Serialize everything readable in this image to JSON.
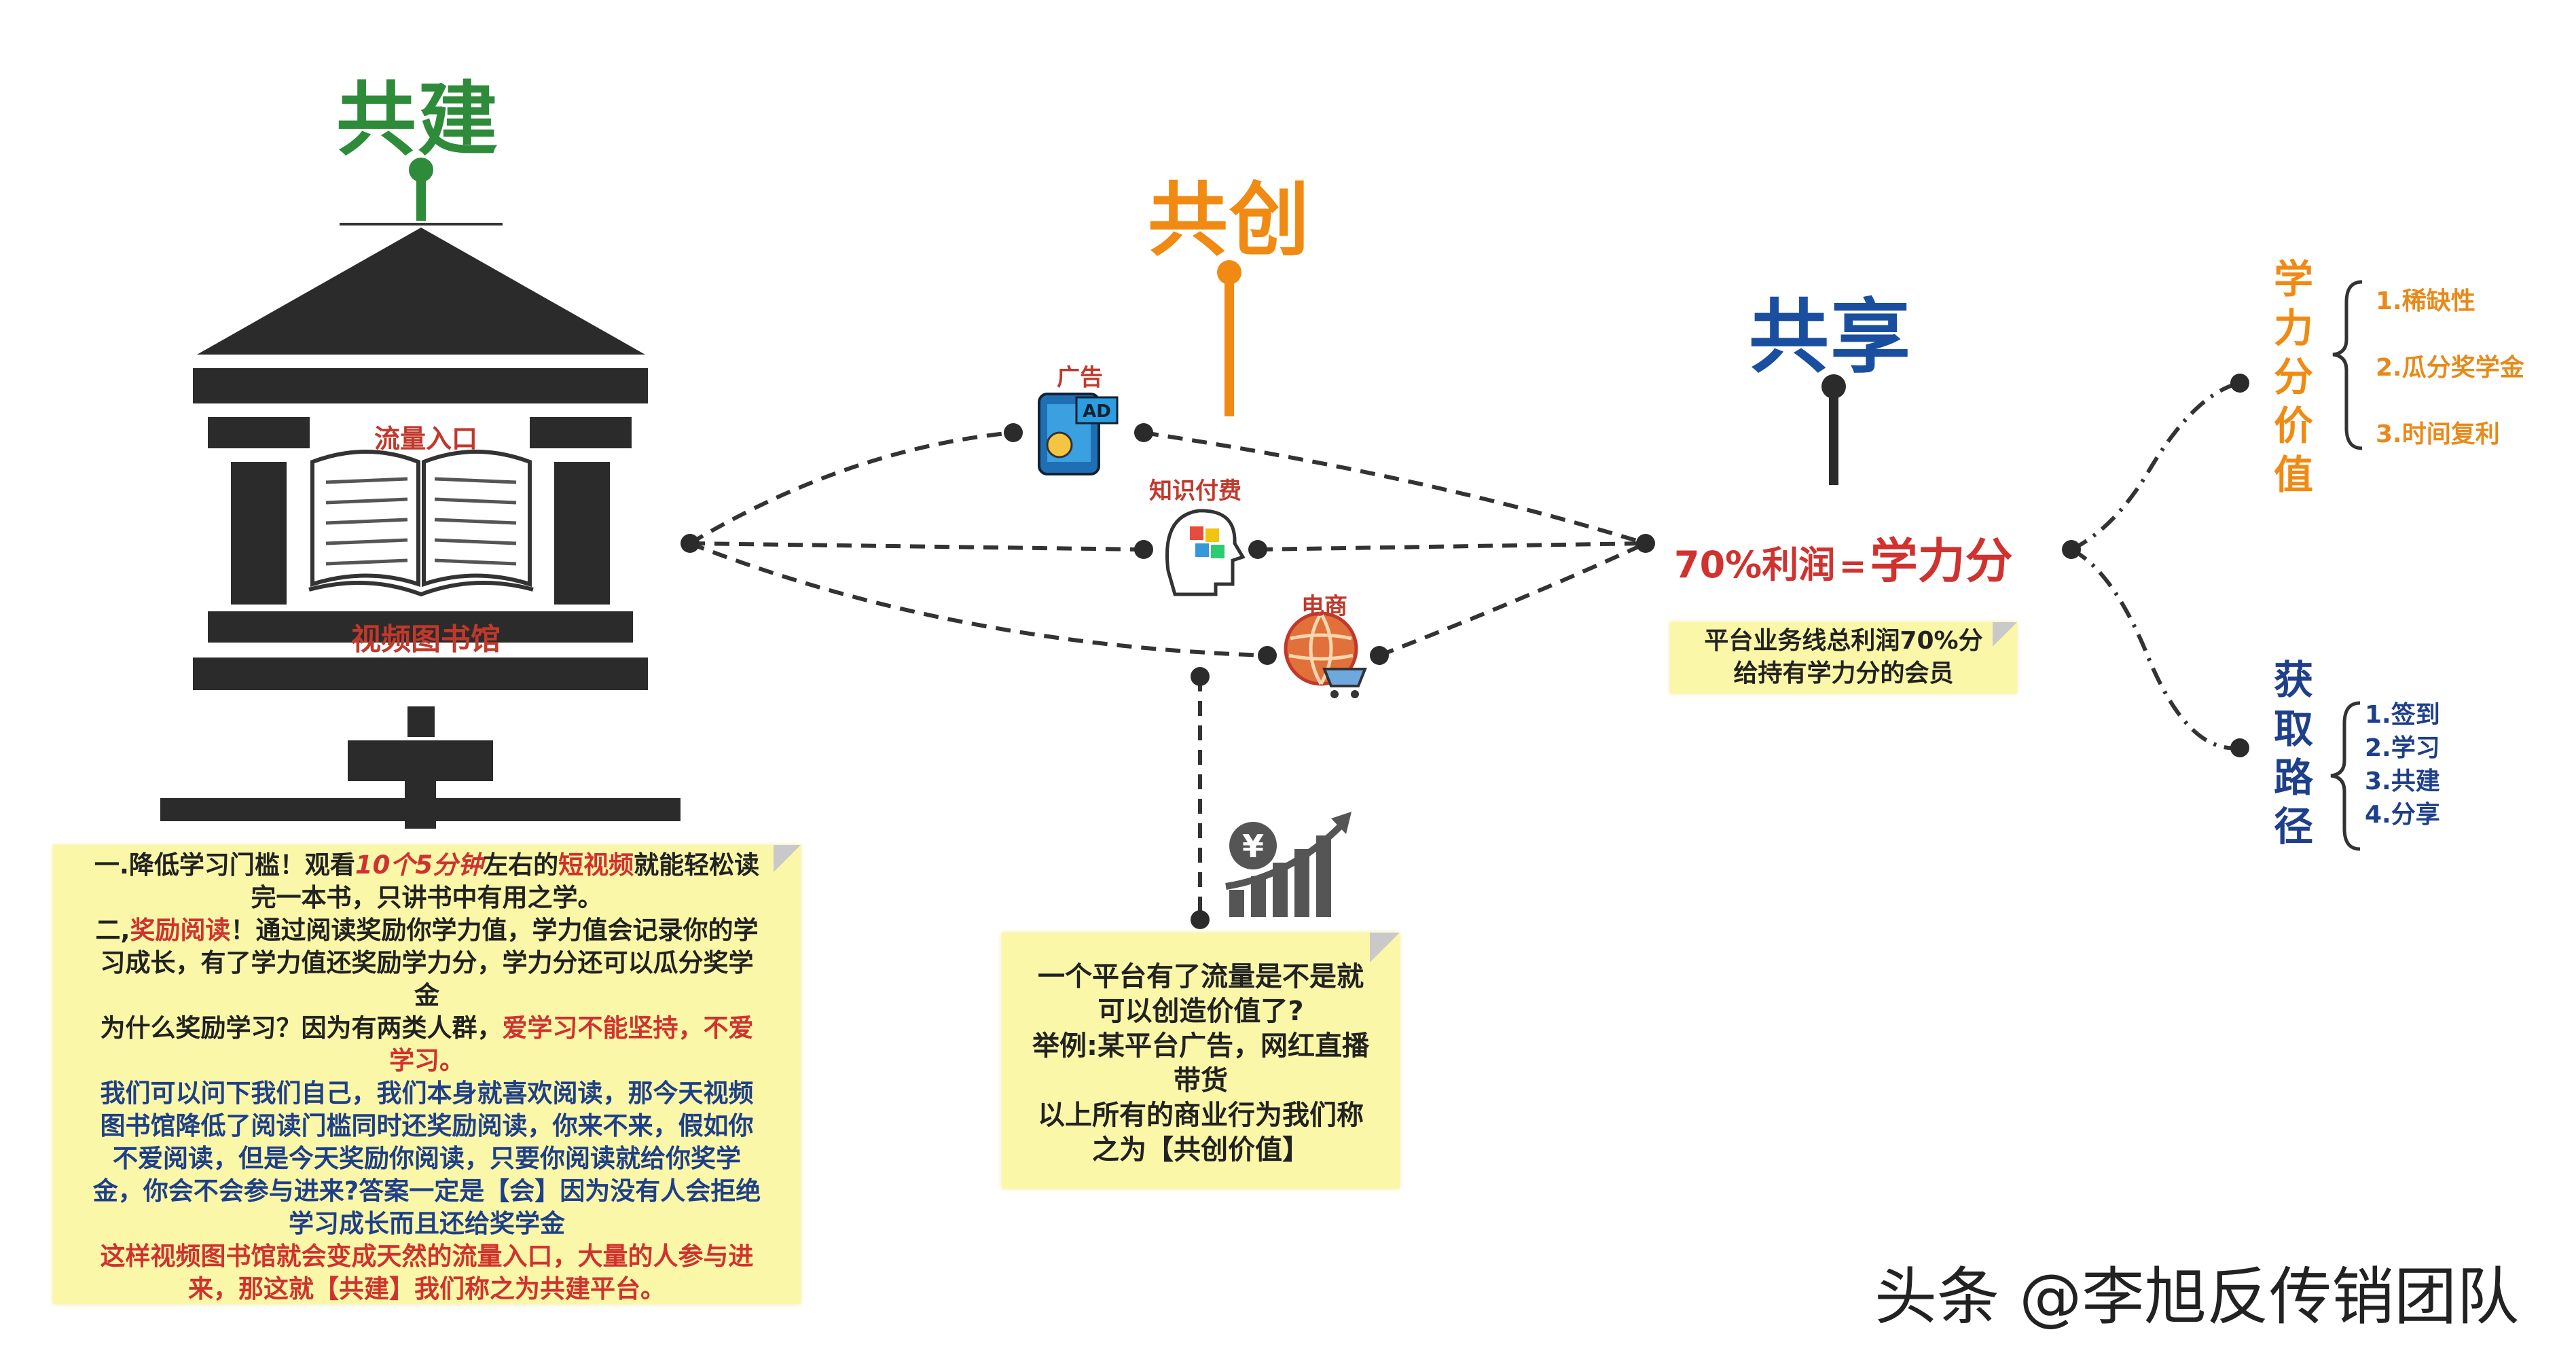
{
  "colors": {
    "green": "#2e8b3a",
    "orange": "#f08a12",
    "blue": "#1a4fa0",
    "red": "#d0322f",
    "dark": "#222222",
    "note_bg": "#fbf7a8",
    "item_orange": "#e8891a",
    "navy": "#1e3f8a"
  },
  "sections": {
    "gongjian": {
      "title": "共建",
      "icon": "library-building-icon",
      "top_label": "流量入口",
      "bottom_label": "视频图书馆"
    },
    "gongchuang": {
      "title": "共创",
      "branches": [
        {
          "label": "广告",
          "icon": "ad-phone-icon"
        },
        {
          "label": "知识付费",
          "icon": "brain-puzzle-icon"
        },
        {
          "label": "电商",
          "icon": "globe-cart-icon"
        }
      ],
      "chart_icon": "yuan-growth-chart-icon"
    },
    "gongxiang": {
      "title": "共享",
      "formula_left": "70%利润",
      "formula_eq": "=",
      "formula_right": "学力分",
      "note": [
        "平台业务线总利润70%分",
        "给持有学力分的会员"
      ]
    }
  },
  "left_note": [
    [
      {
        "t": "一.降低学习门槛！观看",
        "c": "#222"
      },
      {
        "t": "10个5分钟",
        "c": "#d0322f",
        "i": true
      },
      {
        "t": "左右的",
        "c": "#222"
      },
      {
        "t": "短视频",
        "c": "#d0322f"
      },
      {
        "t": "就能轻松读",
        "c": "#222"
      }
    ],
    [
      {
        "t": "完一本书，只讲书中有用之学。",
        "c": "#222"
      }
    ],
    [
      {
        "t": "二,",
        "c": "#222"
      },
      {
        "t": "奖励阅读",
        "c": "#d0322f"
      },
      {
        "t": "！通过阅读奖励你学力值，学力值会记录你的学",
        "c": "#222"
      }
    ],
    [
      {
        "t": "习成长，有了学力值还奖励学力分，学力分还可以瓜分奖学",
        "c": "#222"
      }
    ],
    [
      {
        "t": "金",
        "c": "#222"
      }
    ],
    [
      {
        "t": "为什么奖励学习？因为有两类人群，",
        "c": "#222"
      },
      {
        "t": "爱学习不能坚持，不爱",
        "c": "#d0322f"
      }
    ],
    [
      {
        "t": "学习。",
        "c": "#d0322f"
      }
    ],
    [
      {
        "t": "我们可以问下我们自己，我们本身就喜欢阅读，那今天视频",
        "c": "#1e3f8a"
      }
    ],
    [
      {
        "t": "图书馆降低了阅读门槛同时还奖励阅读，你来不来，假如你",
        "c": "#1e3f8a"
      }
    ],
    [
      {
        "t": "不爱阅读，但是今天奖励你阅读，只要你阅读就给你奖学",
        "c": "#1e3f8a"
      }
    ],
    [
      {
        "t": "金，你会不会参与进来?答案一定是【会】因为没有人会拒绝",
        "c": "#1e3f8a"
      }
    ],
    [
      {
        "t": "学习成长而且还给奖学金",
        "c": "#1e3f8a"
      }
    ],
    [
      {
        "t": "这样视频图书馆就会变成天然的流量入口，大量的人参与进",
        "c": "#d0322f"
      }
    ],
    [
      {
        "t": "来，那这就【共建】我们称之为共建平台。",
        "c": "#d0322f"
      }
    ]
  ],
  "middle_note": [
    "一个平台有了流量是不是就",
    "可以创造价值了?",
    "举例:某平台广告，网红直播",
    "带货",
    "以上所有的商业行为我们称",
    "之为【共创价值】"
  ],
  "right": {
    "value_title": "学力分价值",
    "value_items": [
      "1.稀缺性",
      "2.瓜分奖学金",
      "3.时间复利"
    ],
    "path_title": "获取路径",
    "path_items": [
      "1.签到",
      "2.学习",
      "3.共建",
      "4.分享"
    ]
  },
  "watermark": "头条 @李旭反传销团队"
}
